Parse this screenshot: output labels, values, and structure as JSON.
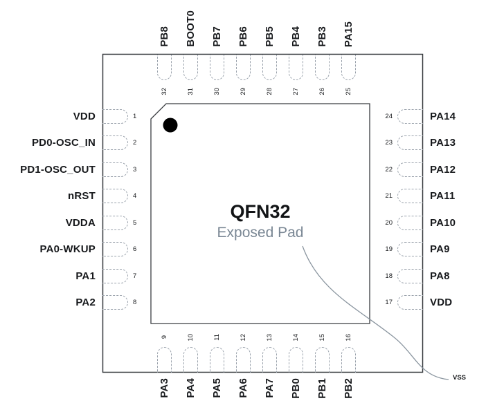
{
  "diagram": {
    "title": "QFN32",
    "subtitle": "Exposed Pad",
    "exposed_pad_net": "VSS",
    "colors": {
      "outline": "#35383c",
      "pin_dash": "#99a1ab",
      "subtitle_gray": "#7a8794",
      "pin1_dot": "#000000"
    }
  },
  "pins": {
    "top": [
      {
        "num": "32",
        "label": "PB8"
      },
      {
        "num": "31",
        "label": "BOOT0"
      },
      {
        "num": "30",
        "label": "PB7"
      },
      {
        "num": "29",
        "label": "PB6"
      },
      {
        "num": "28",
        "label": "PB5"
      },
      {
        "num": "27",
        "label": "PB4"
      },
      {
        "num": "26",
        "label": "PB3"
      },
      {
        "num": "25",
        "label": "PA15"
      }
    ],
    "left": [
      {
        "num": "1",
        "label": "VDD"
      },
      {
        "num": "2",
        "label": "PD0-OSC_IN"
      },
      {
        "num": "3",
        "label": "PD1-OSC_OUT"
      },
      {
        "num": "4",
        "label": "nRST"
      },
      {
        "num": "5",
        "label": "VDDA"
      },
      {
        "num": "6",
        "label": "PA0-WKUP"
      },
      {
        "num": "7",
        "label": "PA1"
      },
      {
        "num": "8",
        "label": "PA2"
      }
    ],
    "bottom": [
      {
        "num": "9",
        "label": "PA3"
      },
      {
        "num": "10",
        "label": "PA4"
      },
      {
        "num": "11",
        "label": "PA5"
      },
      {
        "num": "12",
        "label": "PA6"
      },
      {
        "num": "13",
        "label": "PA7"
      },
      {
        "num": "14",
        "label": "PB0"
      },
      {
        "num": "15",
        "label": "PB1"
      },
      {
        "num": "16",
        "label": "PB2"
      }
    ],
    "right": [
      {
        "num": "24",
        "label": "PA14"
      },
      {
        "num": "23",
        "label": "PA13"
      },
      {
        "num": "22",
        "label": "PA12"
      },
      {
        "num": "21",
        "label": "PA11"
      },
      {
        "num": "20",
        "label": "PA10"
      },
      {
        "num": "19",
        "label": "PA9"
      },
      {
        "num": "18",
        "label": "PA8"
      },
      {
        "num": "17",
        "label": "VDD"
      }
    ]
  }
}
